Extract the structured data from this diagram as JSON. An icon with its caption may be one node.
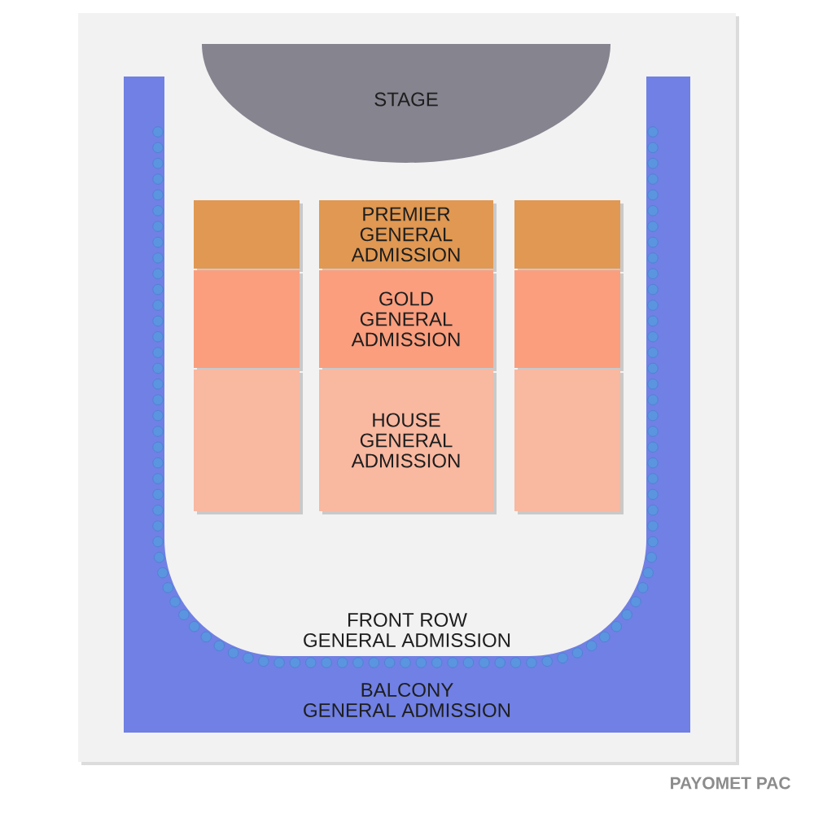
{
  "diagram": {
    "nodes": [
      {
        "text": [
          "STAGE"
        ]
      },
      {
        "text": [
          "BALCONY GENERAL ADMISSION"
        ]
      },
      {
        "text": [],
        "shape": "box"
      },
      {
        "text": [
          "PREMIER GENERAL ADMISSION"
        ]
      },
      {
        "text": [],
        "shape": "box"
      },
      {
        "text": [],
        "shape": "box"
      },
      {
        "text": [
          "GOLD GENERAL ADMISSION"
        ]
      },
      {
        "text": [],
        "shape": "box"
      },
      {
        "text": [],
        "shape": "box"
      },
      {
        "text": [
          "HOUSE GENERAL ADMISSION"
        ]
      },
      {
        "text": [],
        "shape": "box"
      }
    ],
    "labels": [
      "FRONT ROW GENERAL ADMISSION"
    ],
    "caption": "PAYOMET PAC"
  }
}
